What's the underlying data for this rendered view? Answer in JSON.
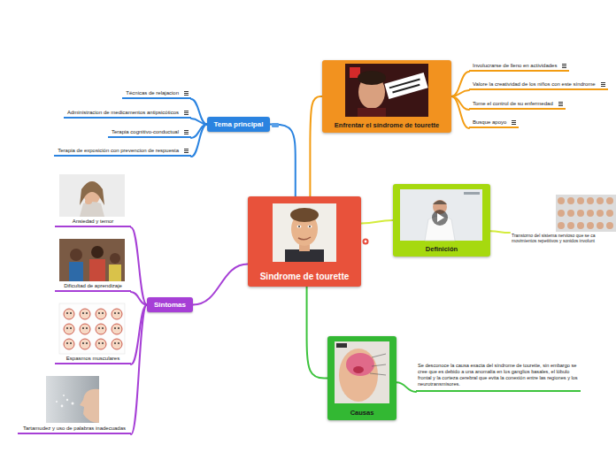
{
  "diagram": {
    "nodes": [
      {
        "text": [
          "Sindrome de tourette"
        ]
      },
      {
        "text": [
          "Tema principal"
        ]
      },
      {
        "text": [
          "Técnicas de relajacion"
        ]
      },
      {
        "text": [
          "Administracion de medicamentos antipsicóticos"
        ]
      },
      {
        "text": [
          "Terapia cognitivo-conductual"
        ]
      },
      {
        "text": [
          "Terapia de exposición con prevencion de respuesta"
        ]
      },
      {
        "text": [
          "Enfrentar el síndrome de tourette"
        ]
      },
      {
        "text": [
          "Involucrarse de lleno en actividades"
        ]
      },
      {
        "text": [
          "Valore la creatividad de los niños con este síndrome"
        ]
      },
      {
        "text": [
          "Tome el control de su enfermedad"
        ]
      },
      {
        "text": [
          "Busque apoyo"
        ]
      },
      {
        "text": [
          "Definición"
        ]
      },
      {
        "text": [
          "Transtorno del sistema nervioso que se ca movimientos repetitivos y sonidos involunt"
        ]
      },
      {
        "text": [
          "Causas"
        ]
      },
      {
        "text": [
          "Se desconoce la causa exacta del síndrome de tourette, sin embargo se cree que es debido a una anomalía en los ganglios basales, el lóbulo frontal y la corteza cerebral que evita la conexión entre las regiones y los neurotransmisores."
        ]
      },
      {
        "text": [
          "Sintomas"
        ]
      },
      {
        "text": [
          "Ansiedad y temor"
        ]
      },
      {
        "text": [
          "Dificultad de aprendizaje"
        ]
      },
      {
        "text": [
          "Espasmos musculares"
        ]
      },
      {
        "text": [
          "Tartamudez y uso de palabras inadecuadas"
        ]
      }
    ],
    "edges": [
      {
        "from": 0,
        "to": 1,
        "arrow": "none"
      },
      {
        "from": 1,
        "to": 2,
        "arrow": "none"
      },
      {
        "from": 1,
        "to": 3,
        "arrow": "none"
      },
      {
        "from": 1,
        "to": 4,
        "arrow": "none"
      },
      {
        "from": 1,
        "to": 5,
        "arrow": "none"
      },
      {
        "from": 0,
        "to": 6,
        "arrow": "none"
      },
      {
        "from": 6,
        "to": 7,
        "arrow": "none"
      },
      {
        "from": 6,
        "to": 8,
        "arrow": "none"
      },
      {
        "from": 6,
        "to": 9,
        "arrow": "none"
      },
      {
        "from": 6,
        "to": 10,
        "arrow": "none"
      },
      {
        "from": 0,
        "to": 11,
        "arrow": "none"
      },
      {
        "from": 11,
        "to": 12,
        "arrow": "none"
      },
      {
        "from": 0,
        "to": 13,
        "arrow": "none"
      },
      {
        "from": 13,
        "to": 14,
        "arrow": "none"
      },
      {
        "from": 0,
        "to": 15,
        "arrow": "none"
      },
      {
        "from": 15,
        "to": 16,
        "arrow": "none"
      },
      {
        "from": 15,
        "to": 17,
        "arrow": "none"
      },
      {
        "from": 15,
        "to": 18,
        "arrow": "none"
      },
      {
        "from": 15,
        "to": 19,
        "arrow": "none"
      }
    ]
  }
}
